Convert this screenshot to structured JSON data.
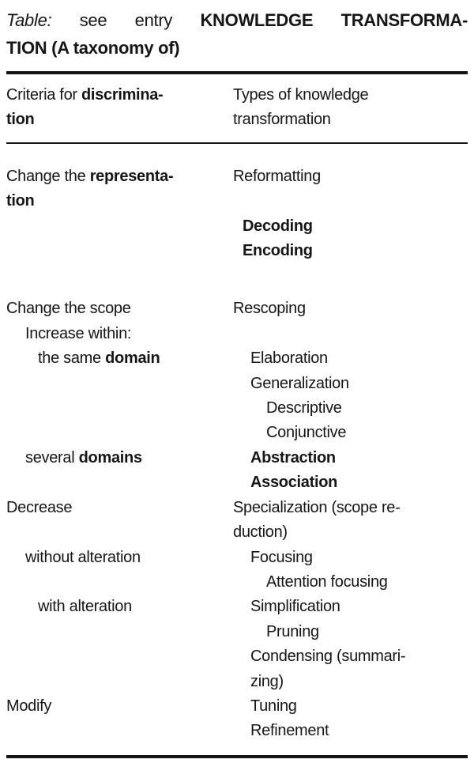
{
  "document": {
    "background": "#ffffff",
    "text_color": "#161616",
    "caption": {
      "line1_words": [
        {
          "text": "Table:",
          "style": "italic"
        },
        {
          "text": "see",
          "style": "normal"
        },
        {
          "text": "entry",
          "style": "normal"
        },
        {
          "text": "KNOWLEDGE",
          "style": "bold"
        },
        {
          "text": "TRANSFORMA-",
          "style": "bold"
        }
      ],
      "line2_segments": [
        {
          "text": "TION (A taxonomy of)",
          "style": "bold"
        }
      ]
    },
    "table": {
      "column_meanings": [
        "Criteria for discrimination",
        "Types of knowledge transformation"
      ],
      "header_lines": [
        {
          "left": {
            "indent": 0,
            "segments": [
              {
                "text": "Criteria for ",
                "style": "normal"
              },
              {
                "text": "discrimina-",
                "style": "bold"
              }
            ]
          },
          "right": {
            "indent": 0,
            "segments": [
              {
                "text": "Types of knowledge",
                "style": "normal"
              }
            ]
          }
        },
        {
          "left": {
            "indent": 0,
            "segments": [
              {
                "text": "tion",
                "style": "bold"
              }
            ]
          },
          "right": {
            "indent": 0,
            "segments": [
              {
                "text": "transformation",
                "style": "normal"
              }
            ]
          }
        }
      ],
      "body_lines": [
        {
          "left": {
            "indent": 0,
            "segments": [
              {
                "text": "Change the ",
                "style": "normal"
              },
              {
                "text": "representa-",
                "style": "bold"
              }
            ]
          },
          "right": {
            "indent": 0,
            "segments": [
              {
                "text": "Reformatting",
                "style": "normal"
              }
            ]
          }
        },
        {
          "left": {
            "indent": 0,
            "segments": [
              {
                "text": "tion",
                "style": "bold"
              }
            ]
          }
        },
        {
          "right": {
            "indent": 12,
            "segments": [
              {
                "text": "Decoding",
                "style": "bold"
              }
            ]
          }
        },
        {
          "right": {
            "indent": 12,
            "segments": [
              {
                "text": "Encoding",
                "style": "bold"
              }
            ]
          }
        },
        {
          "spacer": 42
        },
        {
          "left": {
            "indent": 0,
            "segments": [
              {
                "text": "Change the scope",
                "style": "normal"
              }
            ]
          },
          "right": {
            "indent": 0,
            "segments": [
              {
                "text": "Rescoping",
                "style": "normal"
              }
            ]
          }
        },
        {
          "left": {
            "indent": 24,
            "segments": [
              {
                "text": "Increase within:",
                "style": "normal"
              }
            ]
          }
        },
        {
          "left": {
            "indent": 40,
            "segments": [
              {
                "text": "the same ",
                "style": "normal"
              },
              {
                "text": "domain",
                "style": "bold"
              }
            ]
          },
          "right": {
            "indent": 22,
            "segments": [
              {
                "text": "Elaboration",
                "style": "normal"
              }
            ]
          }
        },
        {
          "right": {
            "indent": 22,
            "segments": [
              {
                "text": "Generalization",
                "style": "normal"
              }
            ]
          }
        },
        {
          "right": {
            "indent": 42,
            "segments": [
              {
                "text": "Descriptive",
                "style": "normal"
              }
            ]
          }
        },
        {
          "right": {
            "indent": 42,
            "segments": [
              {
                "text": "Conjunctive",
                "style": "normal"
              }
            ]
          }
        },
        {
          "left": {
            "indent": 24,
            "segments": [
              {
                "text": "several ",
                "style": "normal"
              },
              {
                "text": "domains",
                "style": "bold"
              }
            ]
          },
          "right": {
            "indent": 22,
            "segments": [
              {
                "text": "Abstraction",
                "style": "bold"
              }
            ]
          }
        },
        {
          "right": {
            "indent": 22,
            "segments": [
              {
                "text": "Association",
                "style": "bold"
              }
            ]
          }
        },
        {
          "left": {
            "indent": 0,
            "segments": [
              {
                "text": "Decrease",
                "style": "normal"
              }
            ]
          },
          "right": {
            "indent": 0,
            "segments": [
              {
                "text": "Specialization (scope re-",
                "style": "normal"
              }
            ]
          }
        },
        {
          "right": {
            "indent": 0,
            "segments": [
              {
                "text": "duction)",
                "style": "normal"
              }
            ]
          }
        },
        {
          "left": {
            "indent": 24,
            "segments": [
              {
                "text": "without alteration",
                "style": "normal"
              }
            ]
          },
          "right": {
            "indent": 22,
            "segments": [
              {
                "text": "Focusing",
                "style": "normal"
              }
            ]
          }
        },
        {
          "right": {
            "indent": 42,
            "segments": [
              {
                "text": "Attention focusing",
                "style": "normal"
              }
            ]
          }
        },
        {
          "left": {
            "indent": 40,
            "segments": [
              {
                "text": "with alteration",
                "style": "normal"
              }
            ]
          },
          "right": {
            "indent": 22,
            "segments": [
              {
                "text": "Simplification",
                "style": "normal"
              }
            ]
          }
        },
        {
          "right": {
            "indent": 42,
            "segments": [
              {
                "text": "Pruning",
                "style": "normal"
              }
            ]
          }
        },
        {
          "right": {
            "indent": 22,
            "segments": [
              {
                "text": "Condensing (summari-",
                "style": "normal"
              }
            ]
          }
        },
        {
          "right": {
            "indent": 22,
            "segments": [
              {
                "text": "zing)",
                "style": "normal"
              }
            ]
          }
        },
        {
          "left": {
            "indent": 0,
            "segments": [
              {
                "text": "Modify",
                "style": "normal"
              }
            ]
          },
          "right": {
            "indent": 22,
            "segments": [
              {
                "text": "Tuning",
                "style": "normal"
              }
            ]
          }
        },
        {
          "right": {
            "indent": 22,
            "segments": [
              {
                "text": "Refinement",
                "style": "normal"
              }
            ]
          }
        }
      ]
    }
  }
}
